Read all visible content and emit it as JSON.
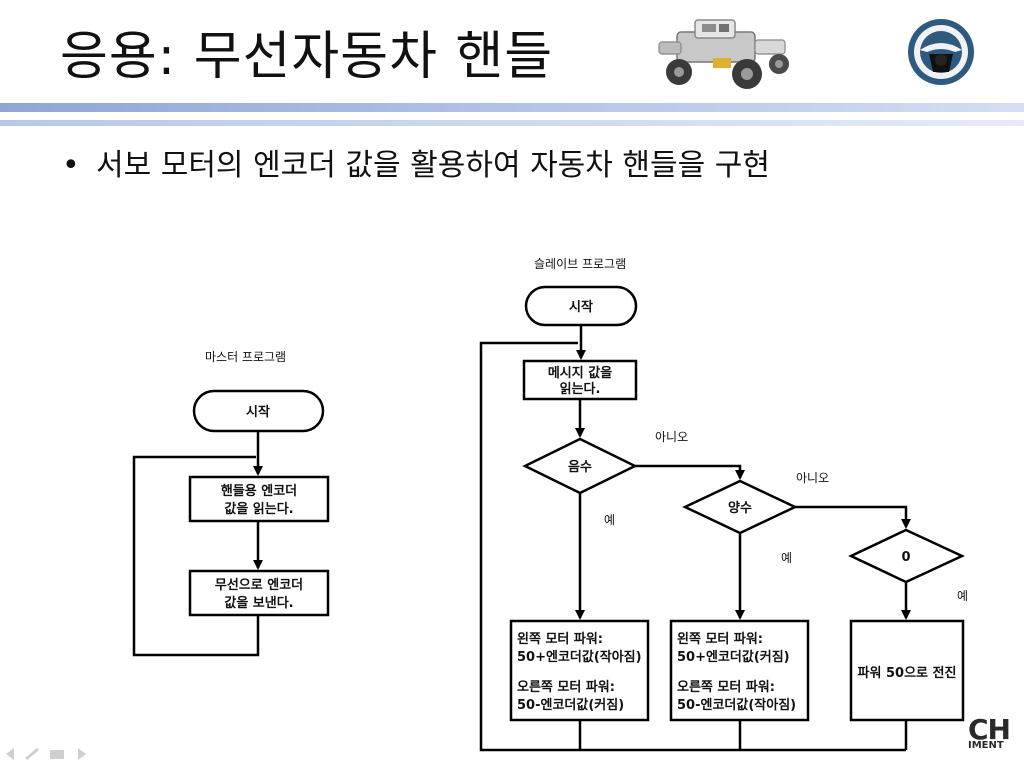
{
  "slide": {
    "title": "응용: 무선자동차 핸들",
    "bullet": "서보 모터의 엔코더 값을 활용하여 자동차 핸들을 구현"
  },
  "logo": {
    "text": "CH",
    "sub": "IMENT"
  },
  "icons": {
    "car": "robot-car-image",
    "wheel": "steering-wheel-icon",
    "nav": "slide-nav-icons"
  },
  "colors": {
    "band": "#8fa6d4",
    "wheel_ring": "#2f5a80"
  },
  "master": {
    "title": "마스터 프로그램",
    "start": "시작",
    "read": [
      "핸들용 엔코더",
      "값을 읽는다."
    ],
    "send": [
      "무선으로 엔코더",
      "값을 보낸다."
    ]
  },
  "slave": {
    "title": "슬레이브 프로그램",
    "start": "시작",
    "read": [
      "메시지 값을",
      "읽는다."
    ],
    "negative": "음수",
    "positive": "양수",
    "zero": "0",
    "no1": "아니오",
    "no2": "아니오",
    "yes1": "예",
    "yes2": "예",
    "yes3": "예",
    "left_box": [
      "왼쪽 모터 파워:",
      "50+엔코더값(작아짐)",
      "오른쪽 모터 파워:",
      "50-엔코더값(커짐)"
    ],
    "mid_box": [
      "왼쪽 모터 파워:",
      "50+엔코더값(커짐)",
      "오른쪽 모터 파워:",
      "50-엔코더값(작아짐)"
    ],
    "right_box": "파워 50으로 전진"
  }
}
